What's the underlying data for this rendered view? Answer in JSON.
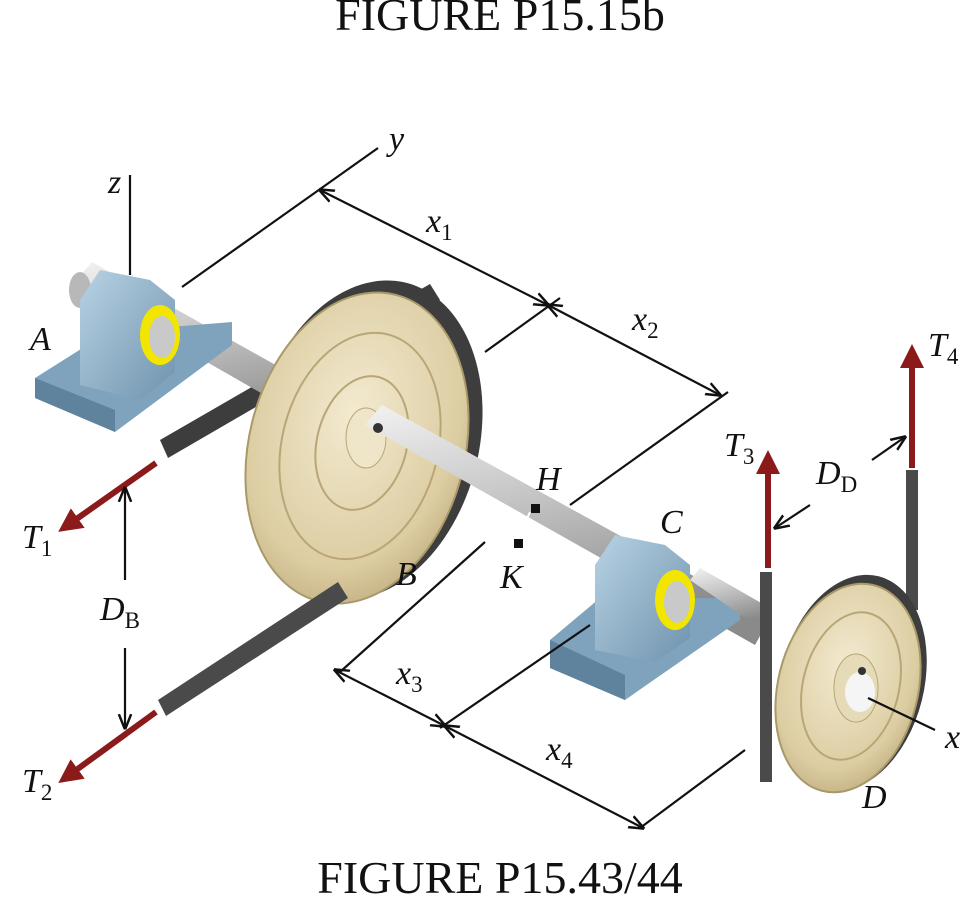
{
  "figure": {
    "top_caption": "FIGURE P15.15b",
    "bottom_caption": "FIGURE P15.43/44",
    "axes": {
      "x": "x",
      "y": "y",
      "z": "z"
    },
    "points": {
      "A": "A",
      "B": "B",
      "C": "C",
      "D": "D",
      "H": "H",
      "K": "K"
    },
    "dimensions": {
      "x1": {
        "main": "x",
        "sub": "1"
      },
      "x2": {
        "main": "x",
        "sub": "2"
      },
      "x3": {
        "main": "x",
        "sub": "3"
      },
      "x4": {
        "main": "x",
        "sub": "4"
      },
      "DB": {
        "main": "D",
        "sub": "B"
      },
      "DD": {
        "main": "D",
        "sub": "D"
      }
    },
    "forces": {
      "T1": {
        "main": "T",
        "sub": "1"
      },
      "T2": {
        "main": "T",
        "sub": "2"
      },
      "T3": {
        "main": "T",
        "sub": "3"
      },
      "T4": {
        "main": "T",
        "sub": "4"
      }
    },
    "colors": {
      "bearing": "#8fb1c9",
      "pulley": "#ddcfa6",
      "shaft": "#c9c9c9",
      "belt": "#3d3d3d",
      "force_arrow": "#8b1a1a",
      "bearing_ring": "#f2e600"
    }
  }
}
